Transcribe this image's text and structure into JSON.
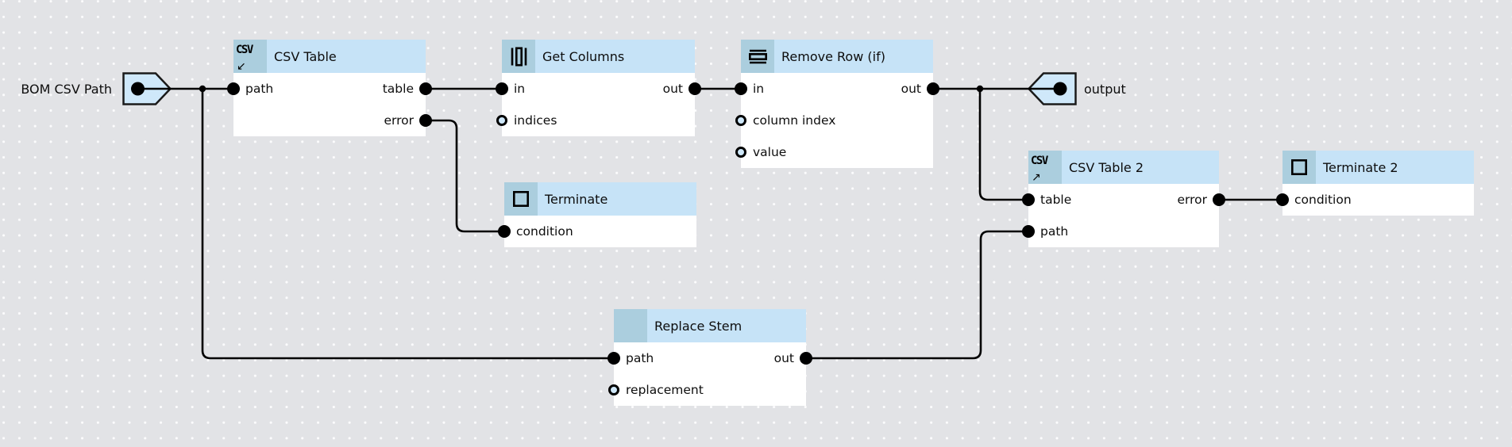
{
  "editor": {
    "colors": {
      "background": "#e2e3e6",
      "grid_dot": "#fcfcfd",
      "node_header": "#c6e3f7",
      "node_icon_box": "#abcede",
      "node_body": "#ffffff",
      "pin_fill": "#cfe8fa",
      "wire": "#000000",
      "text": "#0d0d0d"
    }
  },
  "icons": {
    "csv_text": "CSV",
    "import_arrow": "↙",
    "export_arrow": "↗"
  },
  "pins": {
    "input": {
      "label": "BOM CSV Path"
    },
    "output": {
      "label": "output"
    }
  },
  "nodes": {
    "csv_table": {
      "title": "CSV Table",
      "icon": "csv-import-icon",
      "ports": {
        "path": "path",
        "table": "table",
        "error": "error"
      }
    },
    "get_columns": {
      "title": "Get Columns",
      "icon": "columns-icon",
      "ports": {
        "in": "in",
        "out": "out",
        "indices": "indices"
      }
    },
    "remove_row": {
      "title": "Remove Row (if)",
      "icon": "rows-icon",
      "ports": {
        "in": "in",
        "out": "out",
        "column_index": "column index",
        "value": "value"
      }
    },
    "terminate": {
      "title": "Terminate",
      "icon": "square-icon",
      "ports": {
        "condition": "condition"
      }
    },
    "csv_table_2": {
      "title": "CSV Table 2",
      "icon": "csv-export-icon",
      "ports": {
        "table": "table",
        "path": "path",
        "error": "error"
      }
    },
    "terminate_2": {
      "title": "Terminate 2",
      "icon": "square-icon",
      "ports": {
        "condition": "condition"
      }
    },
    "replace_stem": {
      "title": "Replace Stem",
      "icon": "none",
      "ports": {
        "path": "path",
        "replacement": "replacement",
        "out": "out"
      }
    }
  },
  "connections": [
    {
      "from": "BOM CSV Path",
      "to": "CSV Table.path"
    },
    {
      "from": "BOM CSV Path",
      "to": "Replace Stem.path"
    },
    {
      "from": "CSV Table.table",
      "to": "Get Columns.in"
    },
    {
      "from": "CSV Table.error",
      "to": "Terminate.condition"
    },
    {
      "from": "Get Columns.out",
      "to": "Remove Row (if).in"
    },
    {
      "from": "Remove Row (if).out",
      "to": "output"
    },
    {
      "from": "Remove Row (if).out",
      "to": "CSV Table 2.table"
    },
    {
      "from": "Replace Stem.out",
      "to": "CSV Table 2.path"
    },
    {
      "from": "CSV Table 2.error",
      "to": "Terminate 2.condition"
    }
  ]
}
